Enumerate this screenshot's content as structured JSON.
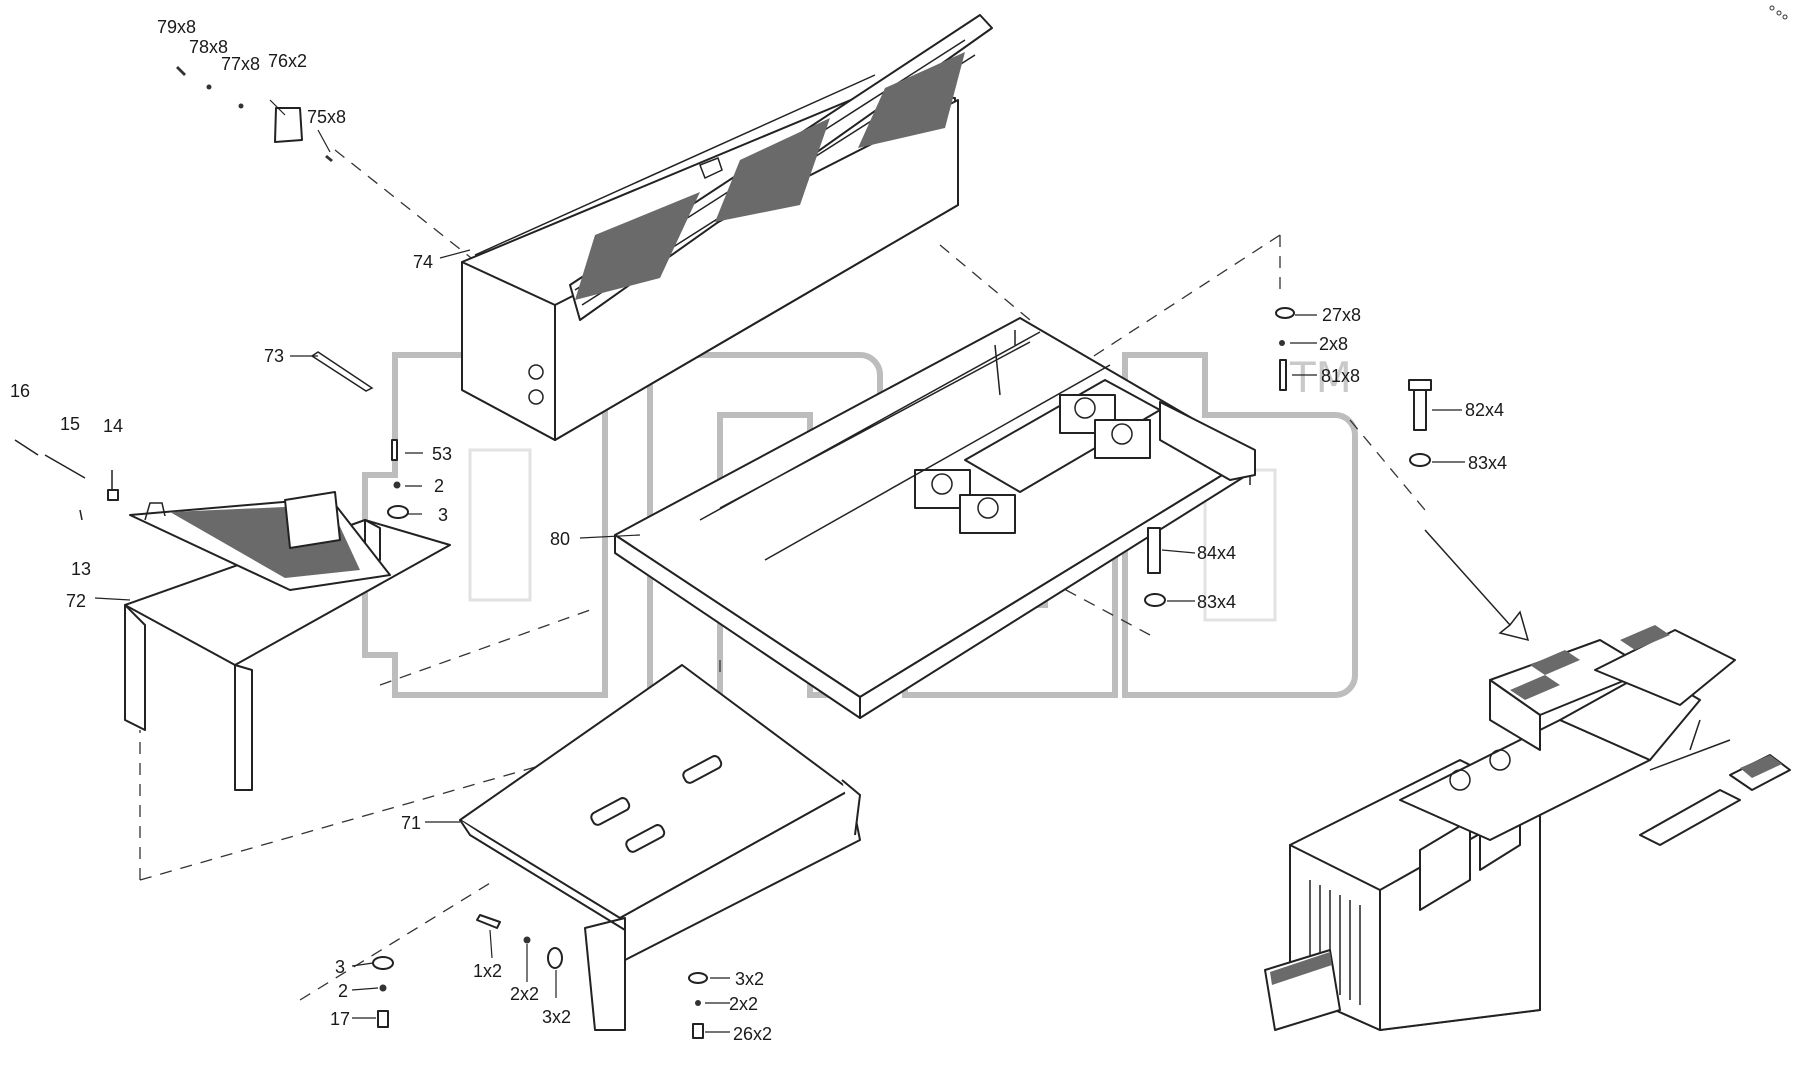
{
  "callouts": {
    "c79": "79x8",
    "c78": "78x8",
    "c77": "77x8",
    "c76": "76x2",
    "c75": "75x8",
    "c74": "74",
    "c73": "73",
    "c53": "53",
    "c2a": "2",
    "c3a": "3",
    "c16": "16",
    "c15": "15",
    "c14": "14",
    "c13": "13",
    "c72": "72",
    "c80": "80",
    "c27": "27x8",
    "c2x8": "2x8",
    "c81": "81x8",
    "c82": "82x4",
    "c83a": "83x4",
    "c84": "84x4",
    "c83b": "83x4",
    "c71": "71",
    "c3b": "3",
    "c2b": "2",
    "c17": "17",
    "c1x2": "1x2",
    "c2x2a": "2x2",
    "c3x2a": "3x2",
    "c3x2b": "3x2",
    "c2x2b": "2x2",
    "c26": "26x2"
  },
  "watermark": {
    "trademark": "TM"
  },
  "icons": {
    "corner": "corner-dots-icon",
    "arrow": "direction-arrow-icon"
  }
}
